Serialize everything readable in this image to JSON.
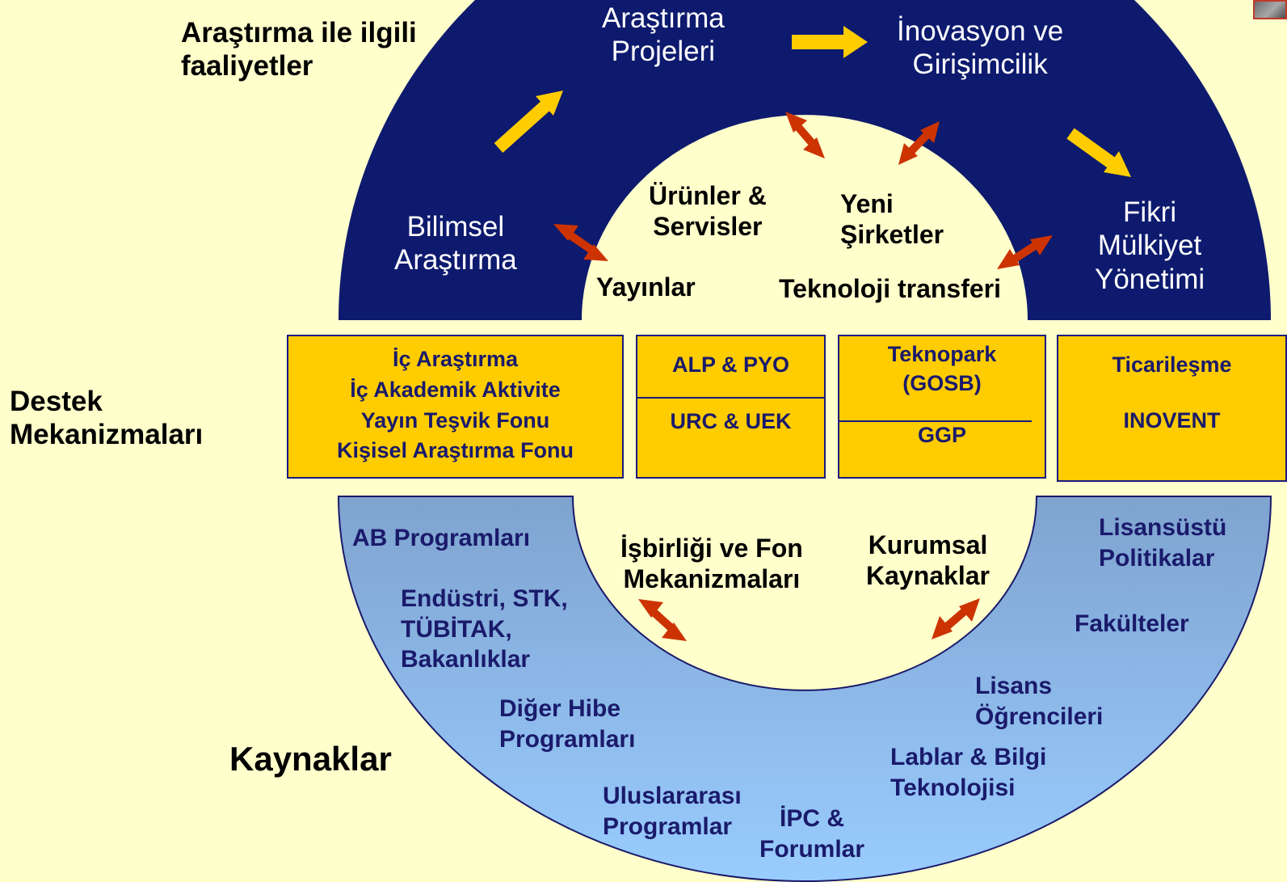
{
  "colors": {
    "background": "#ffffcc",
    "top_ring": "#0d1a6e",
    "bottom_ring_top": "#7fa3cf",
    "bottom_ring_bottom": "#99ccff",
    "box_fill": "#ffcc00",
    "yellow_arrow": "#ffcc00",
    "red_arrow": "#cc3300"
  },
  "labels": {
    "research_activities": [
      "Araştırma ile ilgili",
      "faaliyetler"
    ],
    "support_mechanisms": [
      "Destek",
      "Mekanizmaları"
    ],
    "resources": "Kaynaklar"
  },
  "top_ring": {
    "scientific_research": [
      "Bilimsel",
      "Araştırma"
    ],
    "research_projects": [
      "Araştırma",
      "Projeleri"
    ],
    "innovation": [
      "İnovasyon ve",
      "Girişimcilik"
    ],
    "ip_management": [
      "Fikri",
      "Mülkiyet",
      "Yönetimi"
    ]
  },
  "top_inner": {
    "products": [
      "Ürünler &",
      "Servisler"
    ],
    "new_companies": [
      "Yeni",
      "Şirketler"
    ],
    "publications": "Yayınlar",
    "tech_transfer": "Teknoloji transferi"
  },
  "boxes": [
    {
      "lines": [
        "İç Araştırma",
        "İç Akademik Aktivite",
        "Yayın Teşvik Fonu",
        "Kişisel Araştırma Fonu"
      ]
    },
    {
      "top": "ALP & PYO",
      "bottom": "URC & UEK"
    },
    {
      "top": [
        "Teknopark",
        "(GOSB)"
      ],
      "bottom": "GGP"
    },
    {
      "top": "Ticarileşme",
      "bottom": "INOVENT"
    }
  ],
  "bottom_inner": {
    "cooperation": [
      "İşbirliği ve Fon",
      "Mekanizmaları"
    ],
    "institutional": [
      "Kurumsal",
      "Kaynaklar"
    ]
  },
  "bottom_ring": {
    "eu_programs": "AB Programları",
    "industry": [
      "Endüstri, STK,",
      "TÜBİTAK,",
      "Bakanlıklar"
    ],
    "other_grants": [
      "Diğer Hibe",
      "Programları"
    ],
    "international": [
      "Uluslararası",
      "Programlar"
    ],
    "ipc": [
      "İPC &",
      "Forumlar"
    ],
    "labs": [
      "Lablar & Bilgi",
      "Teknolojisi"
    ],
    "undergrad": [
      "Lisans",
      "Öğrencileri"
    ],
    "faculties": "Fakülteler",
    "graduate": [
      "Lisansüstü",
      "Politikalar"
    ]
  }
}
